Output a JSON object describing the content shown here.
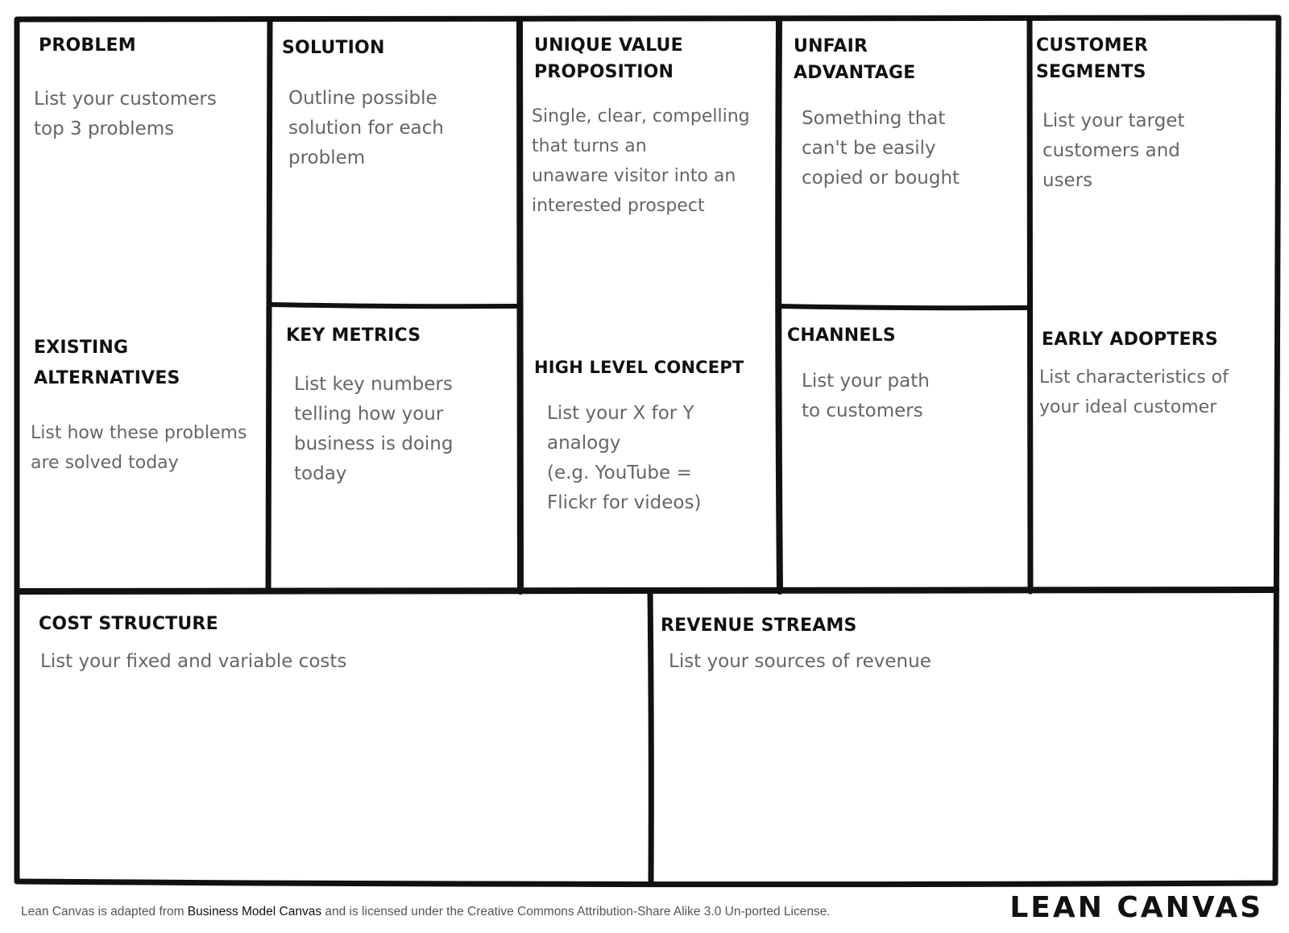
{
  "colors": {
    "border": "#111111",
    "title": "#111111",
    "description": "#666666",
    "background": "#ffffff"
  },
  "blocks": {
    "problem": {
      "title": "PROBLEM",
      "desc": "List your customers\ntop 3 problems"
    },
    "existing_alternatives": {
      "title": "EXISTING\nALTERNATIVES",
      "desc": "List how these problems\nare solved today"
    },
    "solution": {
      "title": "SOLUTION",
      "desc": "Outline possible\nsolution for each\nproblem"
    },
    "key_metrics": {
      "title": "KEY  METRICS",
      "desc": "List key numbers\ntelling how your\nbusiness is doing\ntoday"
    },
    "uvp": {
      "title": "UNIQUE VALUE\nPROPOSITION",
      "desc": "Single, clear, compelling\nthat turns an\nunaware visitor into an\ninterested prospect"
    },
    "high_level_concept": {
      "title": "HIGH LEVEL CONCEPT",
      "desc": "List your X for Y\nanalogy\n(e.g. YouTube =\nFlickr for videos)"
    },
    "unfair_advantage": {
      "title": "UNFAIR\nADVANTAGE",
      "desc": "Something that\ncan't be easily\ncopied or bought"
    },
    "channels": {
      "title": "CHANNELS",
      "desc": "List your path\nto customers"
    },
    "customer_segments": {
      "title": "CUSTOMER\nSEGMENTS",
      "desc": "List your target\ncustomers and\nusers"
    },
    "early_adopters": {
      "title": "EARLY ADOPTERS",
      "desc": "List characteristics of\nyour ideal customer"
    },
    "cost_structure": {
      "title": "COST STRUCTURE",
      "desc": "List your fixed and variable costs"
    },
    "revenue_streams": {
      "title": "REVENUE STREAMS",
      "desc": "List your sources of revenue"
    }
  },
  "footer": {
    "note_prefix": "Lean Canvas is adapted from ",
    "note_link": "Business Model Canvas",
    "note_suffix": " and is licensed under the Creative Commons Attribution-Share Alike 3.0 Un-ported License.",
    "brand": "LEAN CANVAS"
  }
}
